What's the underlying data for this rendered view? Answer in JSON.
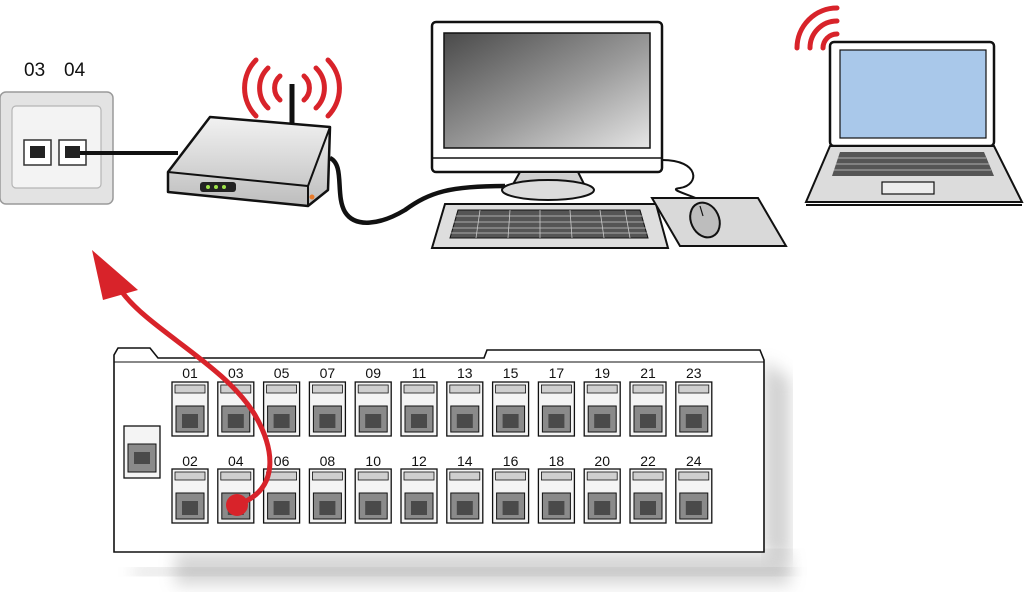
{
  "wall_outlet": {
    "port_labels": [
      "03",
      "04"
    ]
  },
  "patch_panel": {
    "top_row_labels": [
      "01",
      "03",
      "05",
      "07",
      "09",
      "11",
      "13",
      "15",
      "17",
      "19",
      "21",
      "23"
    ],
    "bottom_row_labels": [
      "02",
      "04",
      "06",
      "08",
      "10",
      "12",
      "14",
      "16",
      "18",
      "20",
      "22",
      "24"
    ]
  },
  "connection": {
    "from_panel_port": "04",
    "to_wall_port": "04"
  },
  "colors": {
    "signal_red": "#d8232a",
    "laptop_screen": "#a9c8ea",
    "device_gray": "#d7d7d7",
    "outline": "#1a1a1a"
  },
  "icons": [
    "wall-outlet-icon",
    "router-icon",
    "wifi-signal-icon",
    "desktop-monitor-icon",
    "keyboard-icon",
    "mouse-icon",
    "laptop-icon",
    "patch-panel-icon"
  ]
}
